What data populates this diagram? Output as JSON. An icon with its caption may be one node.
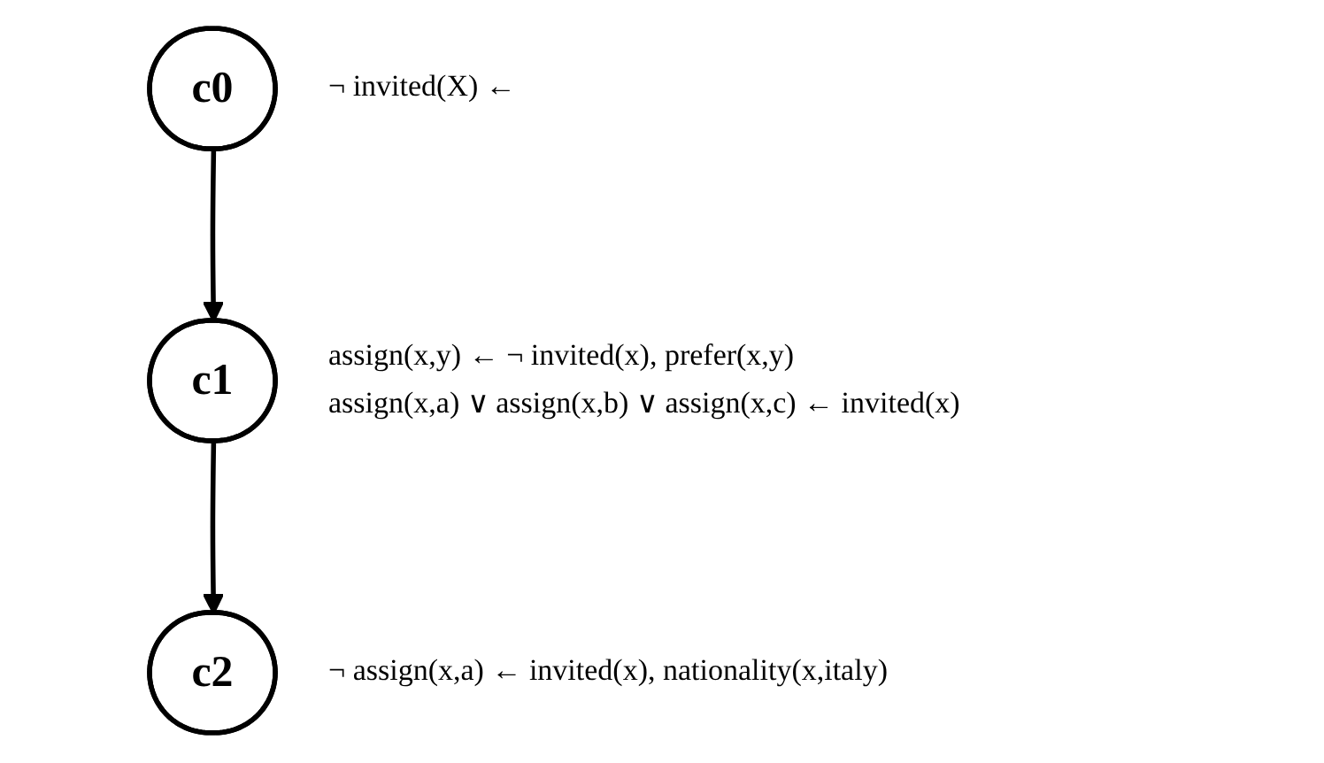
{
  "diagram": {
    "nodes": [
      {
        "text": [
          "c0"
        ],
        "beside": [
          "¬ invited(X) ←"
        ]
      },
      {
        "text": [
          "c1"
        ],
        "beside": [
          "assign(x,y) ← ¬ invited(x), prefer(x,y)",
          "assign(x,a) ∨ assign(x,b) ∨ assign(x,c) ← invited(x)"
        ]
      },
      {
        "text": [
          "c2"
        ],
        "beside": [
          "¬ assign(x,a) ← invited(x), nationality(x,italy)"
        ]
      }
    ],
    "edges": [
      {
        "from": 0,
        "to": 1,
        "arrow": "to"
      },
      {
        "from": 1,
        "to": 2,
        "arrow": "to"
      }
    ]
  }
}
